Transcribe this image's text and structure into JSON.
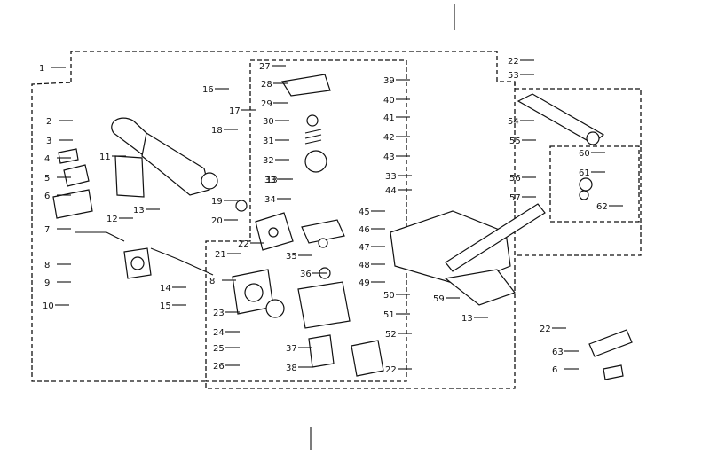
{
  "diagram": {
    "labels": [
      "1",
      "2",
      "3",
      "4",
      "5",
      "6",
      "7",
      "8",
      "9",
      "10",
      "11",
      "12",
      "13",
      "14",
      "15",
      "16",
      "17",
      "18",
      "19",
      "20",
      "21",
      "22",
      "23",
      "24",
      "25",
      "26",
      "27",
      "28",
      "29",
      "30",
      "31",
      "32",
      "33",
      "34",
      "35",
      "36",
      "37",
      "38",
      "39",
      "40",
      "41",
      "42",
      "43",
      "44",
      "45",
      "46",
      "47",
      "48",
      "49",
      "50",
      "51",
      "52",
      "53",
      "54",
      "55",
      "56",
      "57",
      "59",
      "60",
      "61",
      "62",
      "63",
      "6",
      "13",
      "22",
      "22",
      "33",
      "22",
      "13",
      "8"
    ]
  }
}
